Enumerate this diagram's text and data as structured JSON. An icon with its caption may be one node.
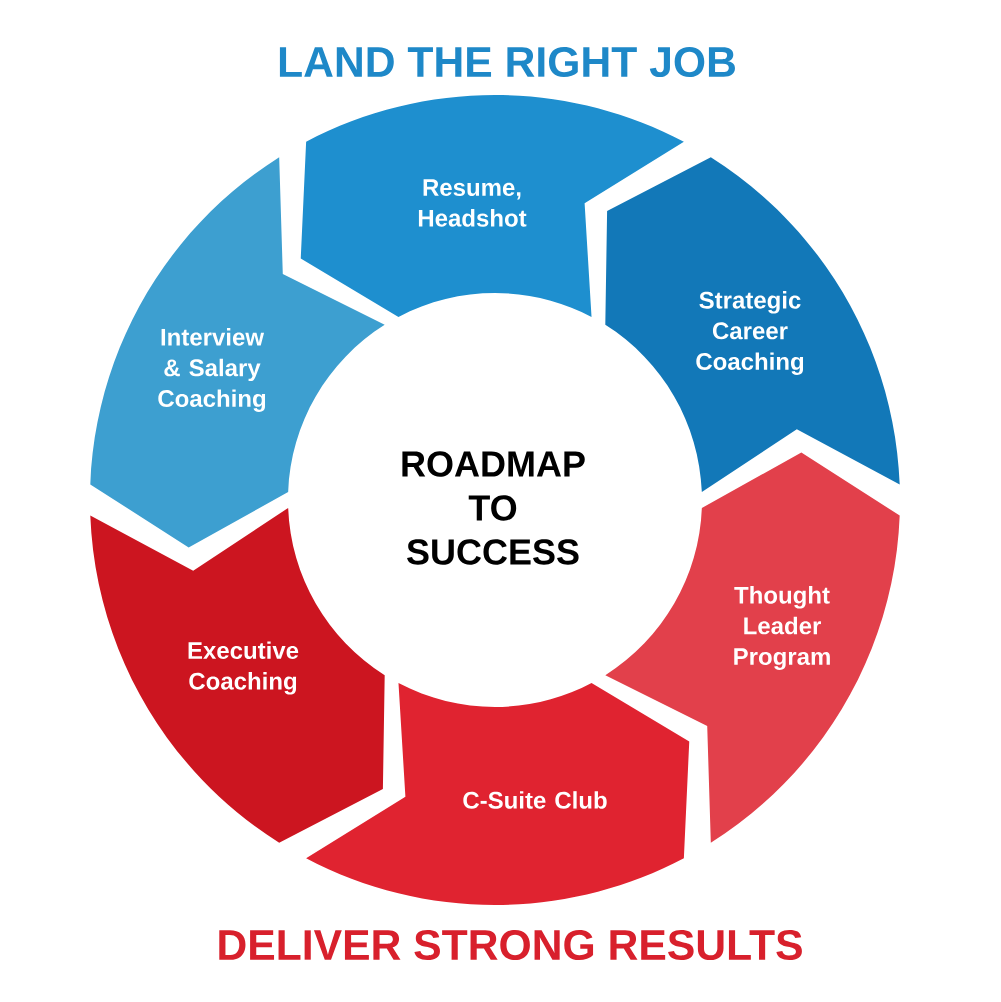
{
  "diagram": {
    "nodes": [
      {
        "text": [
          "Resume, Headshot"
        ]
      },
      {
        "text": [
          "Strategic Career Coaching"
        ]
      },
      {
        "text": [
          "Interview & Salary Coaching"
        ]
      },
      {
        "text": [
          "ROADMAP TO SUCCESS"
        ]
      },
      {
        "text": [
          "Thought Leader Program"
        ]
      },
      {
        "text": [
          "Executive Coaching"
        ]
      },
      {
        "text": [
          "C-Suite Club"
        ]
      }
    ],
    "labels": [
      "LAND THE RIGHT JOB",
      "DELIVER STRONG RESULTS"
    ]
  }
}
